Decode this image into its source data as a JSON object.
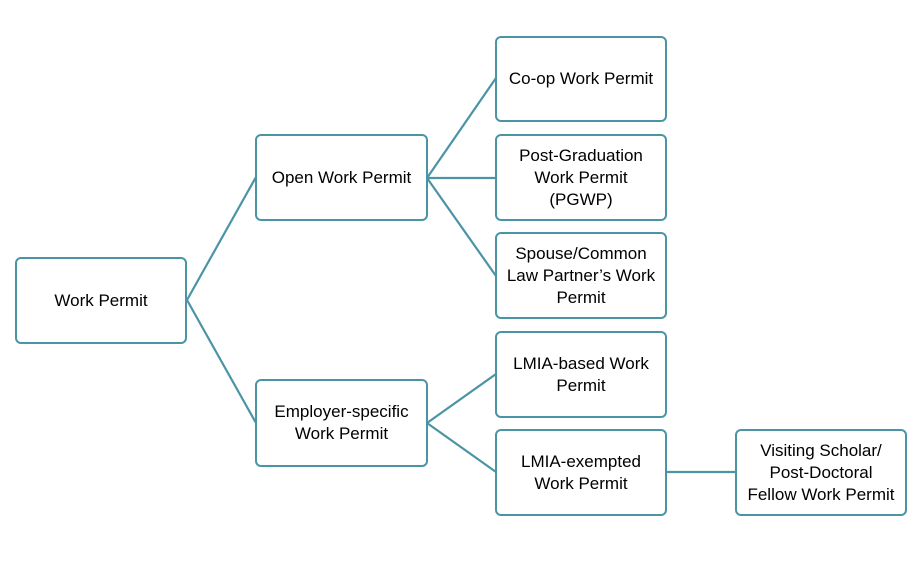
{
  "diagram": {
    "root": {
      "label": "Work Permit"
    },
    "open": {
      "label": "Open Work Permit",
      "children": [
        {
          "label": "Co-op Work Permit"
        },
        {
          "label": "Post-Graduation\nWork Permit\n(PGWP)"
        },
        {
          "label": "Spouse/Common\nLaw Partner’s Work\nPermit"
        }
      ]
    },
    "employer": {
      "label": "Employer-specific\nWork Permit",
      "children": [
        {
          "label": "LMIA-based Work\nPermit"
        },
        {
          "label": "LMIA-exempted\nWork Permit"
        }
      ]
    },
    "visiting": {
      "label": "Visiting Scholar/\nPost-Doctoral\nFellow Work Permit"
    }
  },
  "colors": {
    "border": "#4a94a5",
    "connector": "#4a94a5",
    "text": "#000000",
    "background": "#ffffff"
  }
}
